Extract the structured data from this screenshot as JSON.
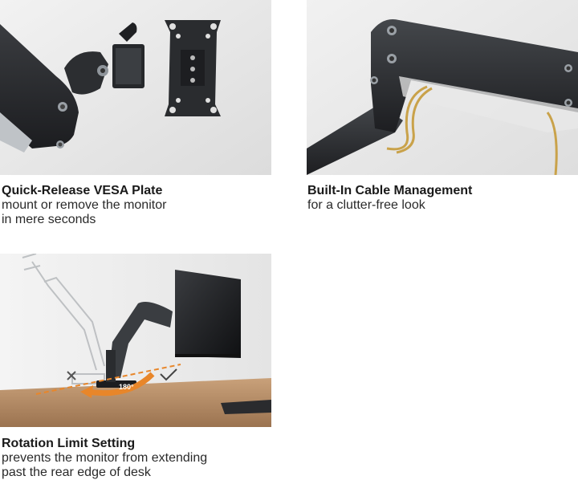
{
  "features": [
    {
      "title": "Quick-Release VESA Plate",
      "description": "mount or remove the monitor\nin mere seconds"
    },
    {
      "title": "Built-In Cable Management",
      "description": "for a clutter-free look"
    },
    {
      "title": "Rotation Limit Setting",
      "description": "prevents the monitor from extending\npast the rear edge of desk"
    }
  ],
  "rotation_badge": "180°",
  "colors": {
    "panel_bg": "#ececec",
    "arm": "#2b2d30",
    "cable": "#c9a24a",
    "accent_orange": "#e8862a",
    "desk": "#b48a63"
  }
}
